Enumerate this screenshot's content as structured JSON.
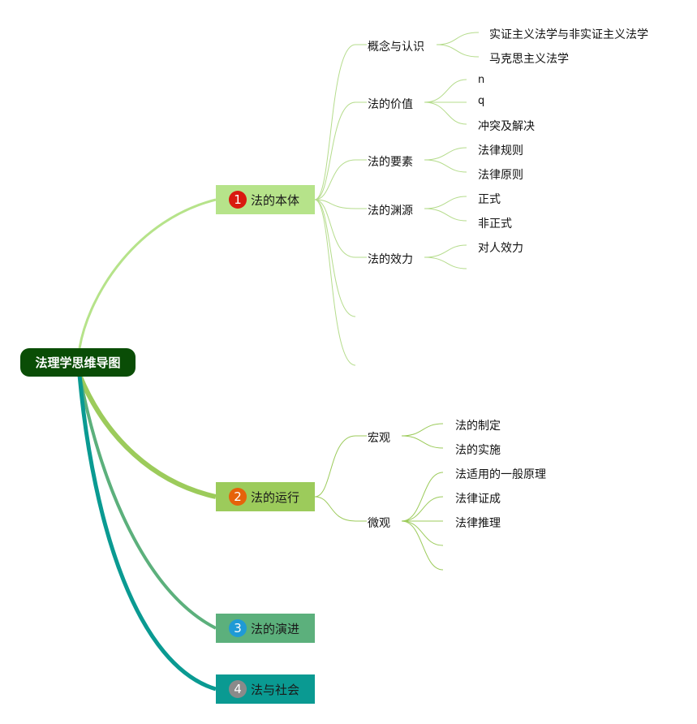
{
  "root": {
    "label": "法理学思维导图"
  },
  "colors": {
    "root_bg": "#0a4d06",
    "branch1": "#b6e38a",
    "branch2": "#9ccb5b",
    "branch3": "#5cb07c",
    "branch4": "#0a9a92",
    "leaf_line": "#b5dc8c"
  },
  "branches": [
    {
      "number": "1",
      "label": "法的本体",
      "children": [
        {
          "label": "概念与认识",
          "children": [
            "实证主义法学与非实证主义法学",
            "马克思主义法学"
          ]
        },
        {
          "label": "法的价值",
          "children": [
            "n",
            "q",
            "冲突及解决"
          ]
        },
        {
          "label": "法的要素",
          "children": [
            "法律规则",
            "法律原则"
          ]
        },
        {
          "label": "法的渊源",
          "children": [
            "正式",
            "非正式"
          ]
        },
        {
          "label": "法的效力",
          "children": [
            "对人效力",
            ""
          ]
        },
        {
          "label": "",
          "children": []
        },
        {
          "label": "",
          "children": []
        }
      ]
    },
    {
      "number": "2",
      "label": "法的运行",
      "children": [
        {
          "label": "宏观",
          "children": [
            "法的制定",
            "法的实施"
          ]
        },
        {
          "label": "微观",
          "children": [
            "法适用的一般原理",
            "法律证成",
            "法律推理",
            "",
            ""
          ]
        }
      ]
    },
    {
      "number": "3",
      "label": "法的演进",
      "children": []
    },
    {
      "number": "4",
      "label": "法与社会",
      "children": []
    }
  ]
}
